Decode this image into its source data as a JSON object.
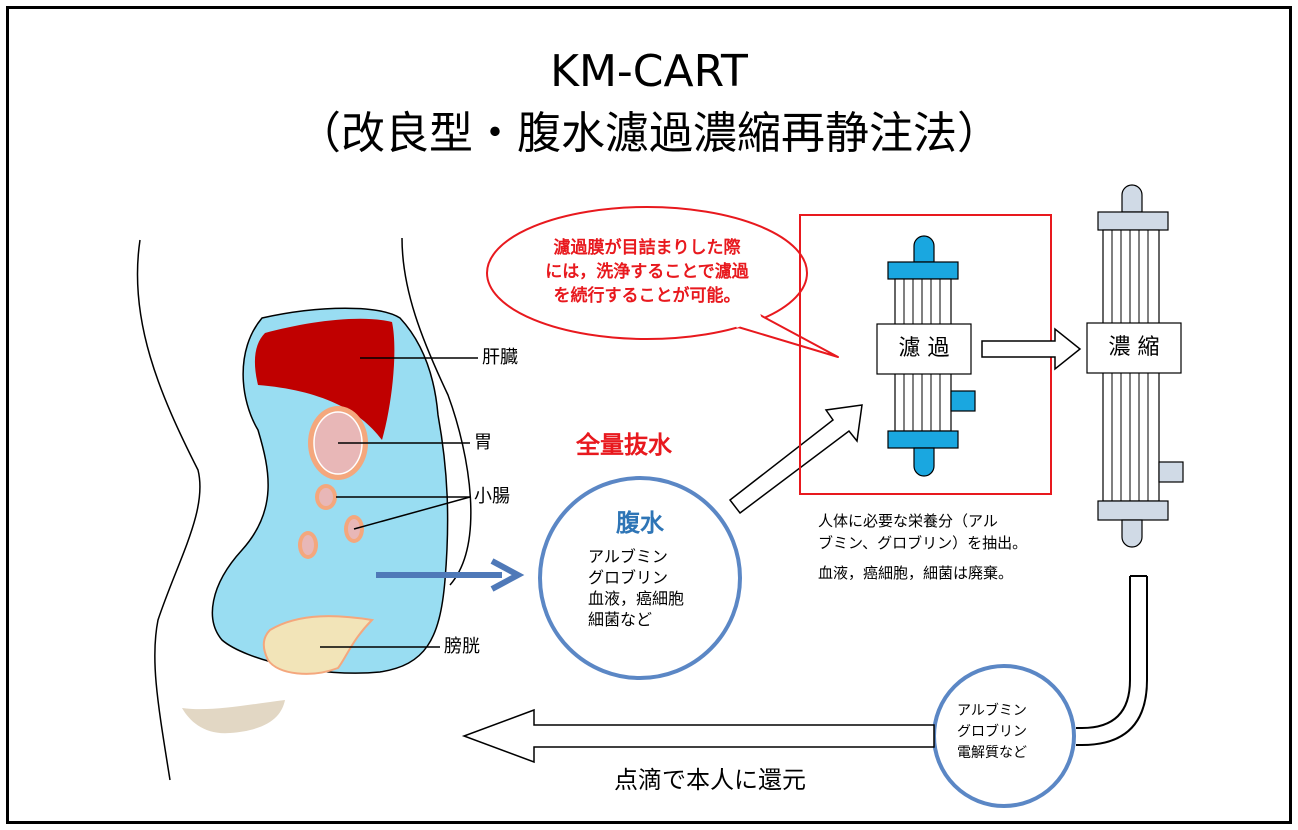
{
  "title": "KM-CART",
  "subtitle": "（改良型・腹水濾過濃縮再静注法）",
  "organs": {
    "liver": "肝臓",
    "stomach": "胃",
    "small_intestine": "小腸",
    "bladder": "膀胱"
  },
  "total_drainage": "全量抜水",
  "ascites": {
    "title": "腹水",
    "lines": [
      "アルブミン",
      "グロブリン",
      "血液，癌細胞",
      "細菌など"
    ]
  },
  "callout": {
    "lines": [
      "濾過膜が目詰まりした際",
      "には，洗浄することで濾過",
      "を続行することが可能。"
    ]
  },
  "filter_label": "濾 過",
  "concentrate_label": "濃 縮",
  "filter_desc": {
    "lines": [
      "人体に必要な栄養分（アル",
      "ブミン、グロブリン）を抽出。"
    ],
    "discard": "血液，癌細胞，細菌は廃棄。"
  },
  "result": {
    "lines": [
      "アルブミン",
      "グロブリン",
      "電解質など"
    ]
  },
  "return_label": "点滴で本人に還元",
  "colors": {
    "accent_red": "#e8191e",
    "accent_blue": "#2e75b6",
    "ascites_fill": "#99ddf2",
    "liver": "#c00000",
    "filter_cap": "#1aa7e0",
    "concentrator_cap": "#d0dae6"
  }
}
